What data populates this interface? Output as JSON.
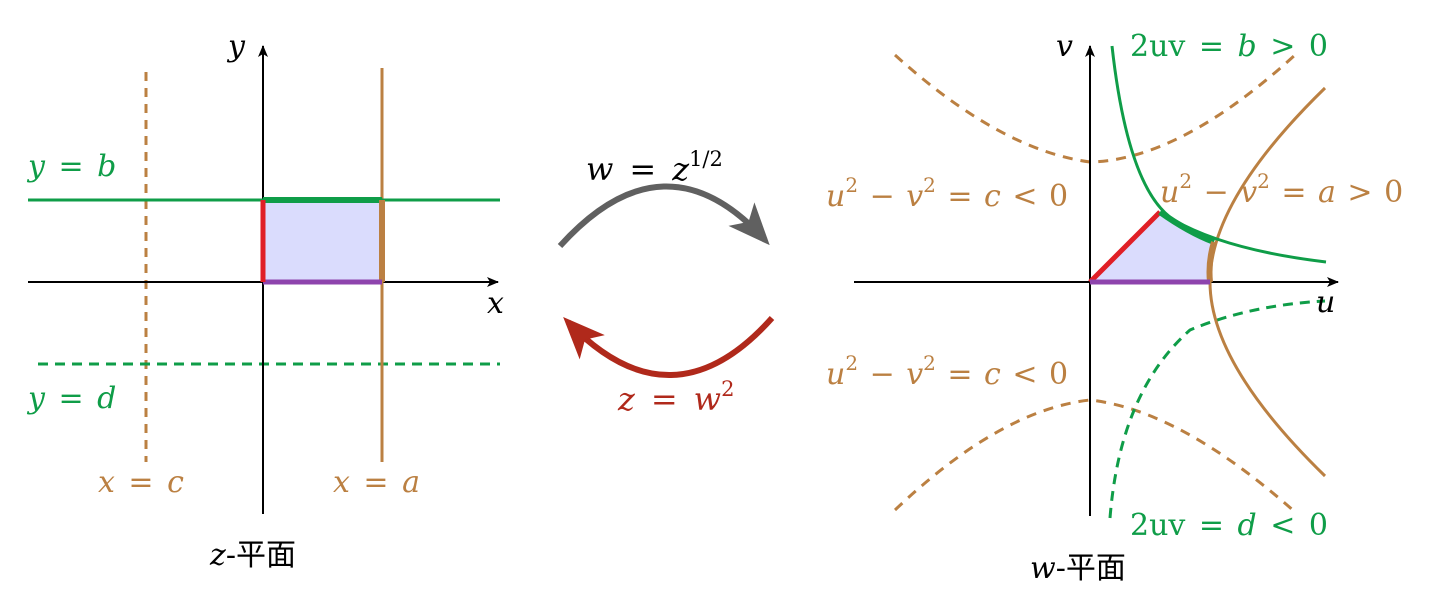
{
  "colors": {
    "green": "#0f9d48",
    "brown": "#bb8042",
    "red": "#e01f26",
    "purple": "#8e44ad",
    "fill": "#dadcfd",
    "arrow_gray": "#606060",
    "arrow_red": "#b0291b",
    "axis": "#000000"
  },
  "z_plane": {
    "caption_var": "z",
    "caption_rest": "-平面",
    "x_axis_label": "x",
    "y_axis_label": "y",
    "label_y_eq_b": {
      "var": "y",
      "eq": "=",
      "val": "b"
    },
    "label_y_eq_d": {
      "var": "y",
      "eq": "=",
      "val": "d"
    },
    "label_x_eq_c": {
      "var": "x",
      "eq": "=",
      "val": "c"
    },
    "label_x_eq_a": {
      "var": "x",
      "eq": "=",
      "val": "a"
    }
  },
  "mapping": {
    "forward": {
      "lhs": "w",
      "eq": "=",
      "base": "z",
      "exp": "1/2"
    },
    "backward": {
      "lhs": "z",
      "eq": "=",
      "base": "w",
      "exp": "2"
    }
  },
  "w_plane": {
    "caption_var": "w",
    "caption_rest": "-平面",
    "u_axis_label": "u",
    "v_axis_label": "v",
    "label_2uv_b": {
      "expr": "2uv",
      "eq": "=",
      "val": "b",
      "rel": ">",
      "num": "0"
    },
    "label_2uv_d": {
      "expr": "2uv",
      "eq": "=",
      "val": "d",
      "rel": "<",
      "num": "0"
    },
    "label_hyp_a": {
      "u": "u",
      "exp": "2",
      "minus": "−",
      "v": "v",
      "eq": "=",
      "val": "a",
      "rel": ">",
      "num": "0"
    },
    "label_hyp_c_top": {
      "u": "u",
      "exp": "2",
      "minus": "−",
      "v": "v",
      "eq": "=",
      "val": "c",
      "rel": "<",
      "num": "0"
    },
    "label_hyp_c_bottom": {
      "u": "u",
      "exp": "2",
      "minus": "−",
      "v": "v",
      "eq": "=",
      "val": "c",
      "rel": "<",
      "num": "0"
    }
  }
}
